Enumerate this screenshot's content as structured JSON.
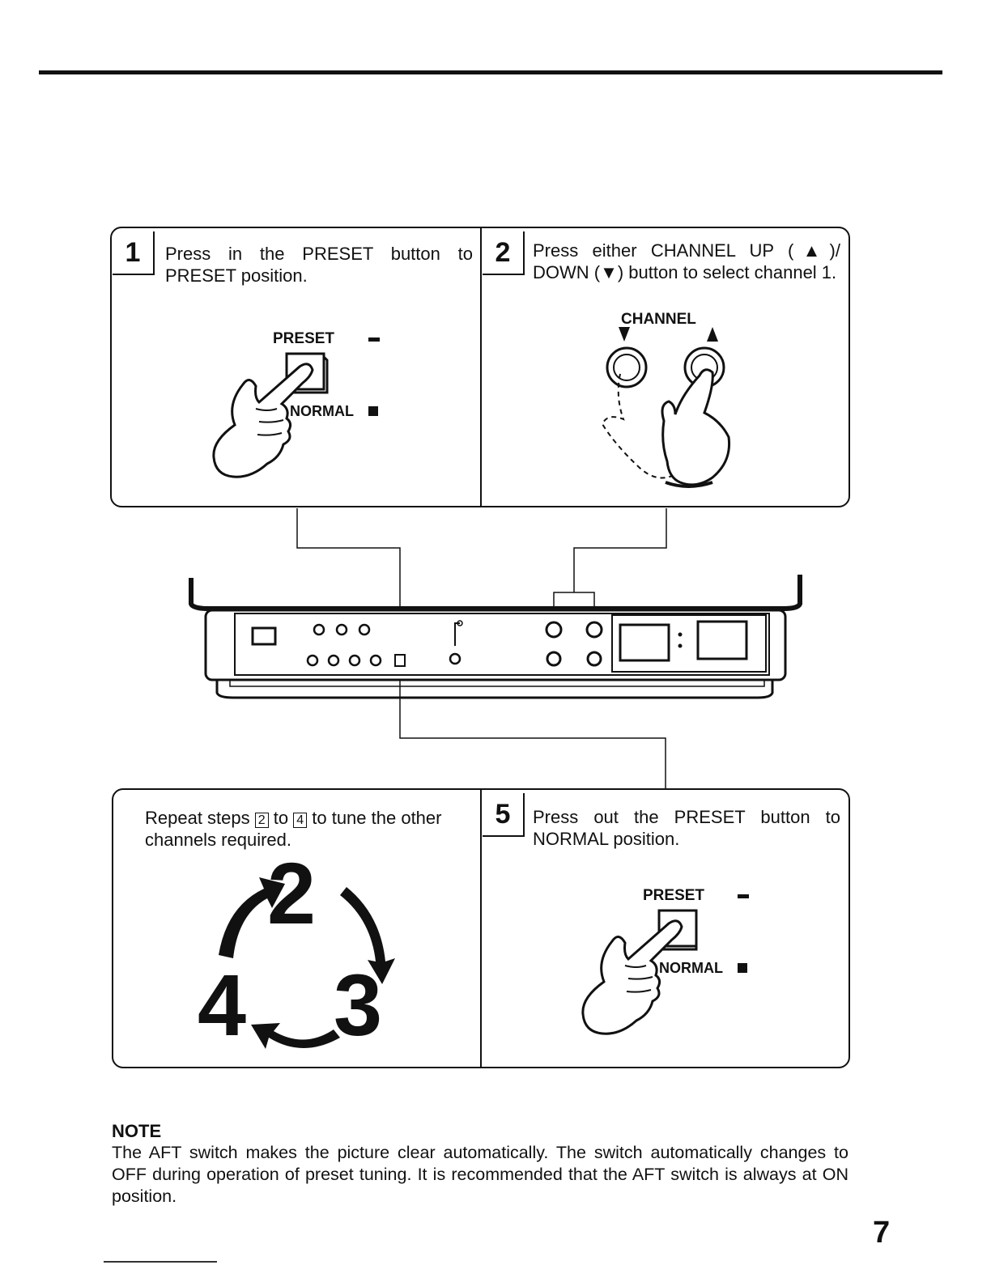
{
  "steps": {
    "step1": {
      "number": "1",
      "text": "Press in the PRESET button to PRESET position.",
      "label_preset": "PRESET",
      "label_normal": "NORMAL"
    },
    "step2": {
      "number": "2",
      "text": "Press either CHANNEL UP (▲)/ DOWN (▼) button to select channel 1.",
      "label_channel": "CHANNEL"
    },
    "repeat": {
      "text_a": "Repeat steps ",
      "ref_start": "2",
      "text_b": " to ",
      "ref_end": "4",
      "text_c": " to tune the other channels required.",
      "cycle_top": "2",
      "cycle_right": "3",
      "cycle_left": "4"
    },
    "step5": {
      "number": "5",
      "text": "Press out the PRESET button to NORMAL position.",
      "label_preset": "PRESET",
      "label_normal": "NORMAL"
    }
  },
  "note": {
    "title": "NOTE",
    "body": "The AFT switch makes the picture clear automatically. The switch automatically changes to OFF during operation of preset tuning. It is recommended that the AFT switch is always at ON position."
  },
  "page_number": "7"
}
